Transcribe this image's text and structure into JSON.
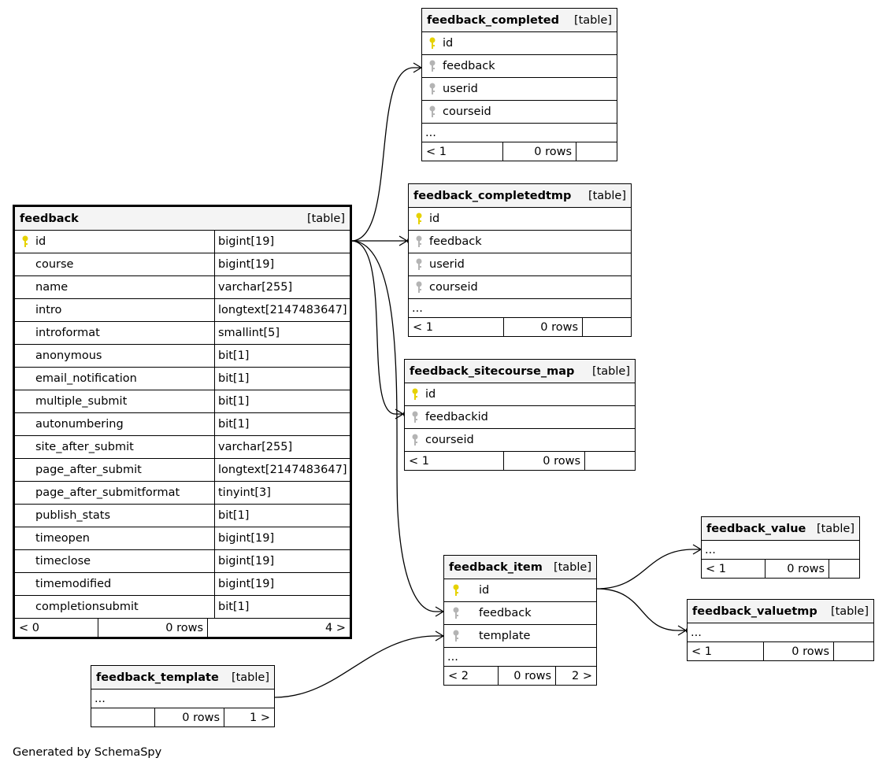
{
  "tables": {
    "feedback_completed": {
      "name": "feedback_completed",
      "type": "[table]",
      "columns": [
        "id",
        "feedback",
        "userid",
        "courseid"
      ],
      "ellipsis": "...",
      "footer": [
        "< 1",
        "0 rows",
        ""
      ]
    },
    "feedback_completedtmp": {
      "name": "feedback_completedtmp",
      "type": "[table]",
      "columns": [
        "id",
        "feedback",
        "userid",
        "courseid"
      ],
      "ellipsis": "...",
      "footer": [
        "< 1",
        "0 rows",
        ""
      ]
    },
    "feedback_sitecourse_map": {
      "name": "feedback_sitecourse_map",
      "type": "[table]",
      "columns": [
        "id",
        "feedbackid",
        "courseid"
      ],
      "footer": [
        "< 1",
        "0 rows",
        ""
      ]
    },
    "feedback": {
      "name": "feedback",
      "type": "[table]",
      "columns": [
        {
          "name": "id",
          "type": "bigint[19]"
        },
        {
          "name": "course",
          "type": "bigint[19]"
        },
        {
          "name": "name",
          "type": "varchar[255]"
        },
        {
          "name": "intro",
          "type": "longtext[2147483647]"
        },
        {
          "name": "introformat",
          "type": "smallint[5]"
        },
        {
          "name": "anonymous",
          "type": "bit[1]"
        },
        {
          "name": "email_notification",
          "type": "bit[1]"
        },
        {
          "name": "multiple_submit",
          "type": "bit[1]"
        },
        {
          "name": "autonumbering",
          "type": "bit[1]"
        },
        {
          "name": "site_after_submit",
          "type": "varchar[255]"
        },
        {
          "name": "page_after_submit",
          "type": "longtext[2147483647]"
        },
        {
          "name": "page_after_submitformat",
          "type": "tinyint[3]"
        },
        {
          "name": "publish_stats",
          "type": "bit[1]"
        },
        {
          "name": "timeopen",
          "type": "bigint[19]"
        },
        {
          "name": "timeclose",
          "type": "bigint[19]"
        },
        {
          "name": "timemodified",
          "type": "bigint[19]"
        },
        {
          "name": "completionsubmit",
          "type": "bit[1]"
        }
      ],
      "footer": [
        "< 0",
        "0 rows",
        "4 >"
      ]
    },
    "feedback_value": {
      "name": "feedback_value",
      "type": "[table]",
      "ellipsis": "...",
      "footer": [
        "< 1",
        "0 rows",
        ""
      ]
    },
    "feedback_valuetmp": {
      "name": "feedback_valuetmp",
      "type": "[table]",
      "ellipsis": "...",
      "footer": [
        "< 1",
        "0 rows",
        ""
      ]
    },
    "feedback_item": {
      "name": "feedback_item",
      "type": "[table]",
      "columns": [
        "id",
        "feedback",
        "template"
      ],
      "ellipsis": "...",
      "footer": [
        "< 2",
        "0 rows",
        "2 >"
      ]
    },
    "feedback_template": {
      "name": "feedback_template",
      "type": "[table]",
      "ellipsis": "...",
      "footer": [
        "",
        "0 rows",
        "1 >"
      ]
    }
  },
  "colors": {
    "primary_key": "#e6d200",
    "foreign_key": "#b4b4b4",
    "header_bg": "#f4f4f4"
  },
  "generated_by": "Generated by SchemaSpy"
}
